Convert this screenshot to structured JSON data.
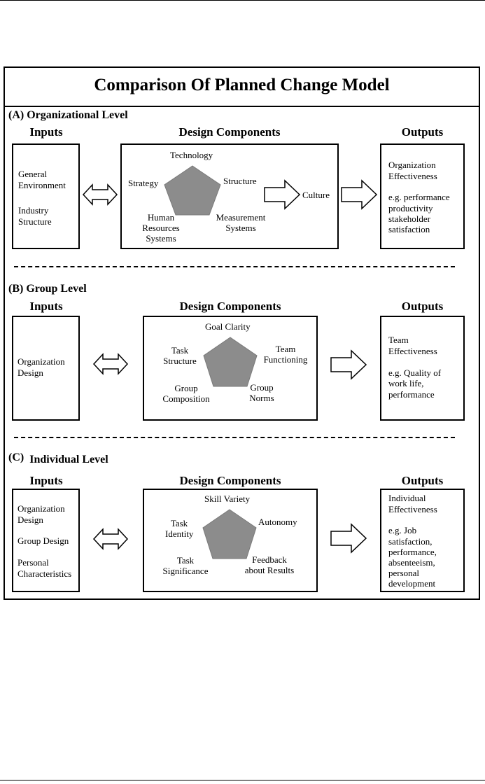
{
  "title": "Comparison Of Planned Change Model",
  "labels": {
    "inputs": "Inputs",
    "design": "Design Components",
    "outputs": "Outputs"
  },
  "org": {
    "heading": "(A)  Organizational Level",
    "inputs": [
      "General",
      "Environment",
      "Industry",
      "Structure"
    ],
    "components": {
      "technology": "Technology",
      "strategy": "Strategy",
      "structure": "Structure",
      "human": [
        "Human",
        "Resources",
        "Systems"
      ],
      "measurement": [
        "Measurement",
        "Systems"
      ]
    },
    "culture": "Culture",
    "outputs": [
      "Organization",
      "Effectiveness",
      "e.g. performance",
      "productivity",
      "stakeholder",
      "satisfaction"
    ]
  },
  "group": {
    "heading": "(B)  Group Level",
    "inputs": [
      "Organization",
      "Design"
    ],
    "components": {
      "goal": "Goal Clarity",
      "task": [
        "Task",
        "Structure"
      ],
      "team": [
        "Team",
        "Functioning"
      ],
      "composition": [
        "Group",
        "Composition"
      ],
      "norms": [
        "Group",
        "Norms"
      ]
    },
    "outputs": [
      "Team",
      "Effectiveness",
      "e.g. Quality of",
      "work life,",
      "performance"
    ]
  },
  "individual": {
    "heading_letter": "(C)",
    "heading_text": "Individual Level",
    "inputs": [
      "Organization",
      "Design",
      "Group Design",
      "Personal",
      "Characteristics"
    ],
    "components": {
      "skill": "Skill Variety",
      "identity": [
        "Task",
        "Identity"
      ],
      "autonomy": "Autonomy",
      "significance": [
        "Task",
        "Significance"
      ],
      "feedback": [
        "Feedback",
        "about Results"
      ]
    },
    "outputs": [
      "Individual",
      "Effectiveness",
      "e.g. Job",
      "satisfaction,",
      "performance,",
      "absenteeism,",
      "personal",
      "development"
    ]
  },
  "colors": {
    "pentagon": "#8c8c8c",
    "line": "#000000",
    "background": "#ffffff"
  }
}
